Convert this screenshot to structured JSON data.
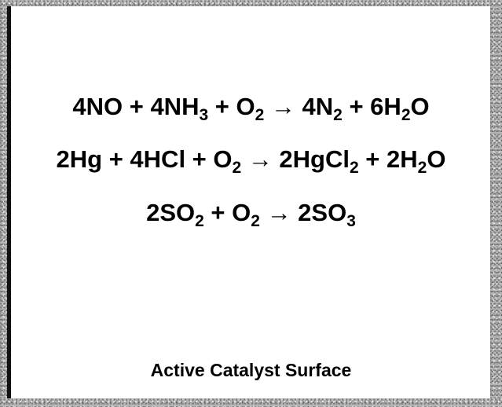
{
  "equations": [
    {
      "parts": [
        {
          "t": "4NO + 4NH"
        },
        {
          "sub": "3"
        },
        {
          "t": " + O"
        },
        {
          "sub": "2"
        },
        {
          "t": " → 4N"
        },
        {
          "sub": "2"
        },
        {
          "t": " + 6H"
        },
        {
          "sub": "2"
        },
        {
          "t": "O"
        }
      ]
    },
    {
      "parts": [
        {
          "t": "2Hg + 4HCl + O"
        },
        {
          "sub": "2"
        },
        {
          "t": " → 2HgCl"
        },
        {
          "sub": "2"
        },
        {
          "t": " + 2H"
        },
        {
          "sub": "2"
        },
        {
          "t": "O"
        }
      ]
    },
    {
      "parts": [
        {
          "t": "2SO"
        },
        {
          "sub": "2"
        },
        {
          "t": " + O"
        },
        {
          "sub": "2"
        },
        {
          "t": " → 2SO"
        },
        {
          "sub": "3"
        }
      ]
    }
  ],
  "surface_label": "Active Catalyst Surface"
}
